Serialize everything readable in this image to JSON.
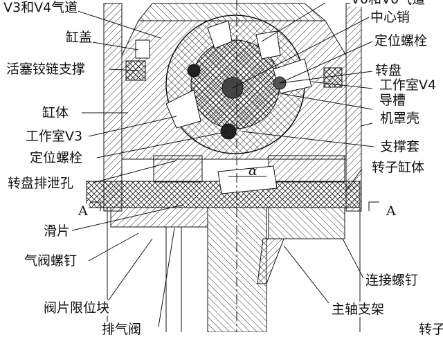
{
  "labels": {
    "v3v4_duct": "V3和V4气道",
    "v1v0_duct_partial": "V0和V0气道",
    "center_pin": "中心销",
    "positioning_bolt_right": "定位螺栓",
    "cylinder_cover": "缸盖",
    "turntable": "转盘",
    "piston_hinge_support": "活塞铰链支撑",
    "working_chamber_v4": "工作室V4",
    "guide_groove": "导槽",
    "cylinder_body": "缸体",
    "hood_shell": "机罩壳",
    "working_chamber_v3": "工作室V3",
    "support_sleeve": "支撑套",
    "positioning_bolt_left": "定位螺栓",
    "rotor_cylinder_body": "转子缸体",
    "alpha": "α",
    "turntable_drain_hole": "转盘排泄孔",
    "section_a_left": "A",
    "section_a_right": "A",
    "slide_plate": "滑片",
    "valve_screw": "气阀螺钉",
    "connecting_screw": "连接螺钉",
    "valve_limit_block": "阀片限位块",
    "main_shaft_bracket": "主轴支架",
    "exhaust_valve_partial": "排气阀",
    "rotor_partial": "转子"
  }
}
